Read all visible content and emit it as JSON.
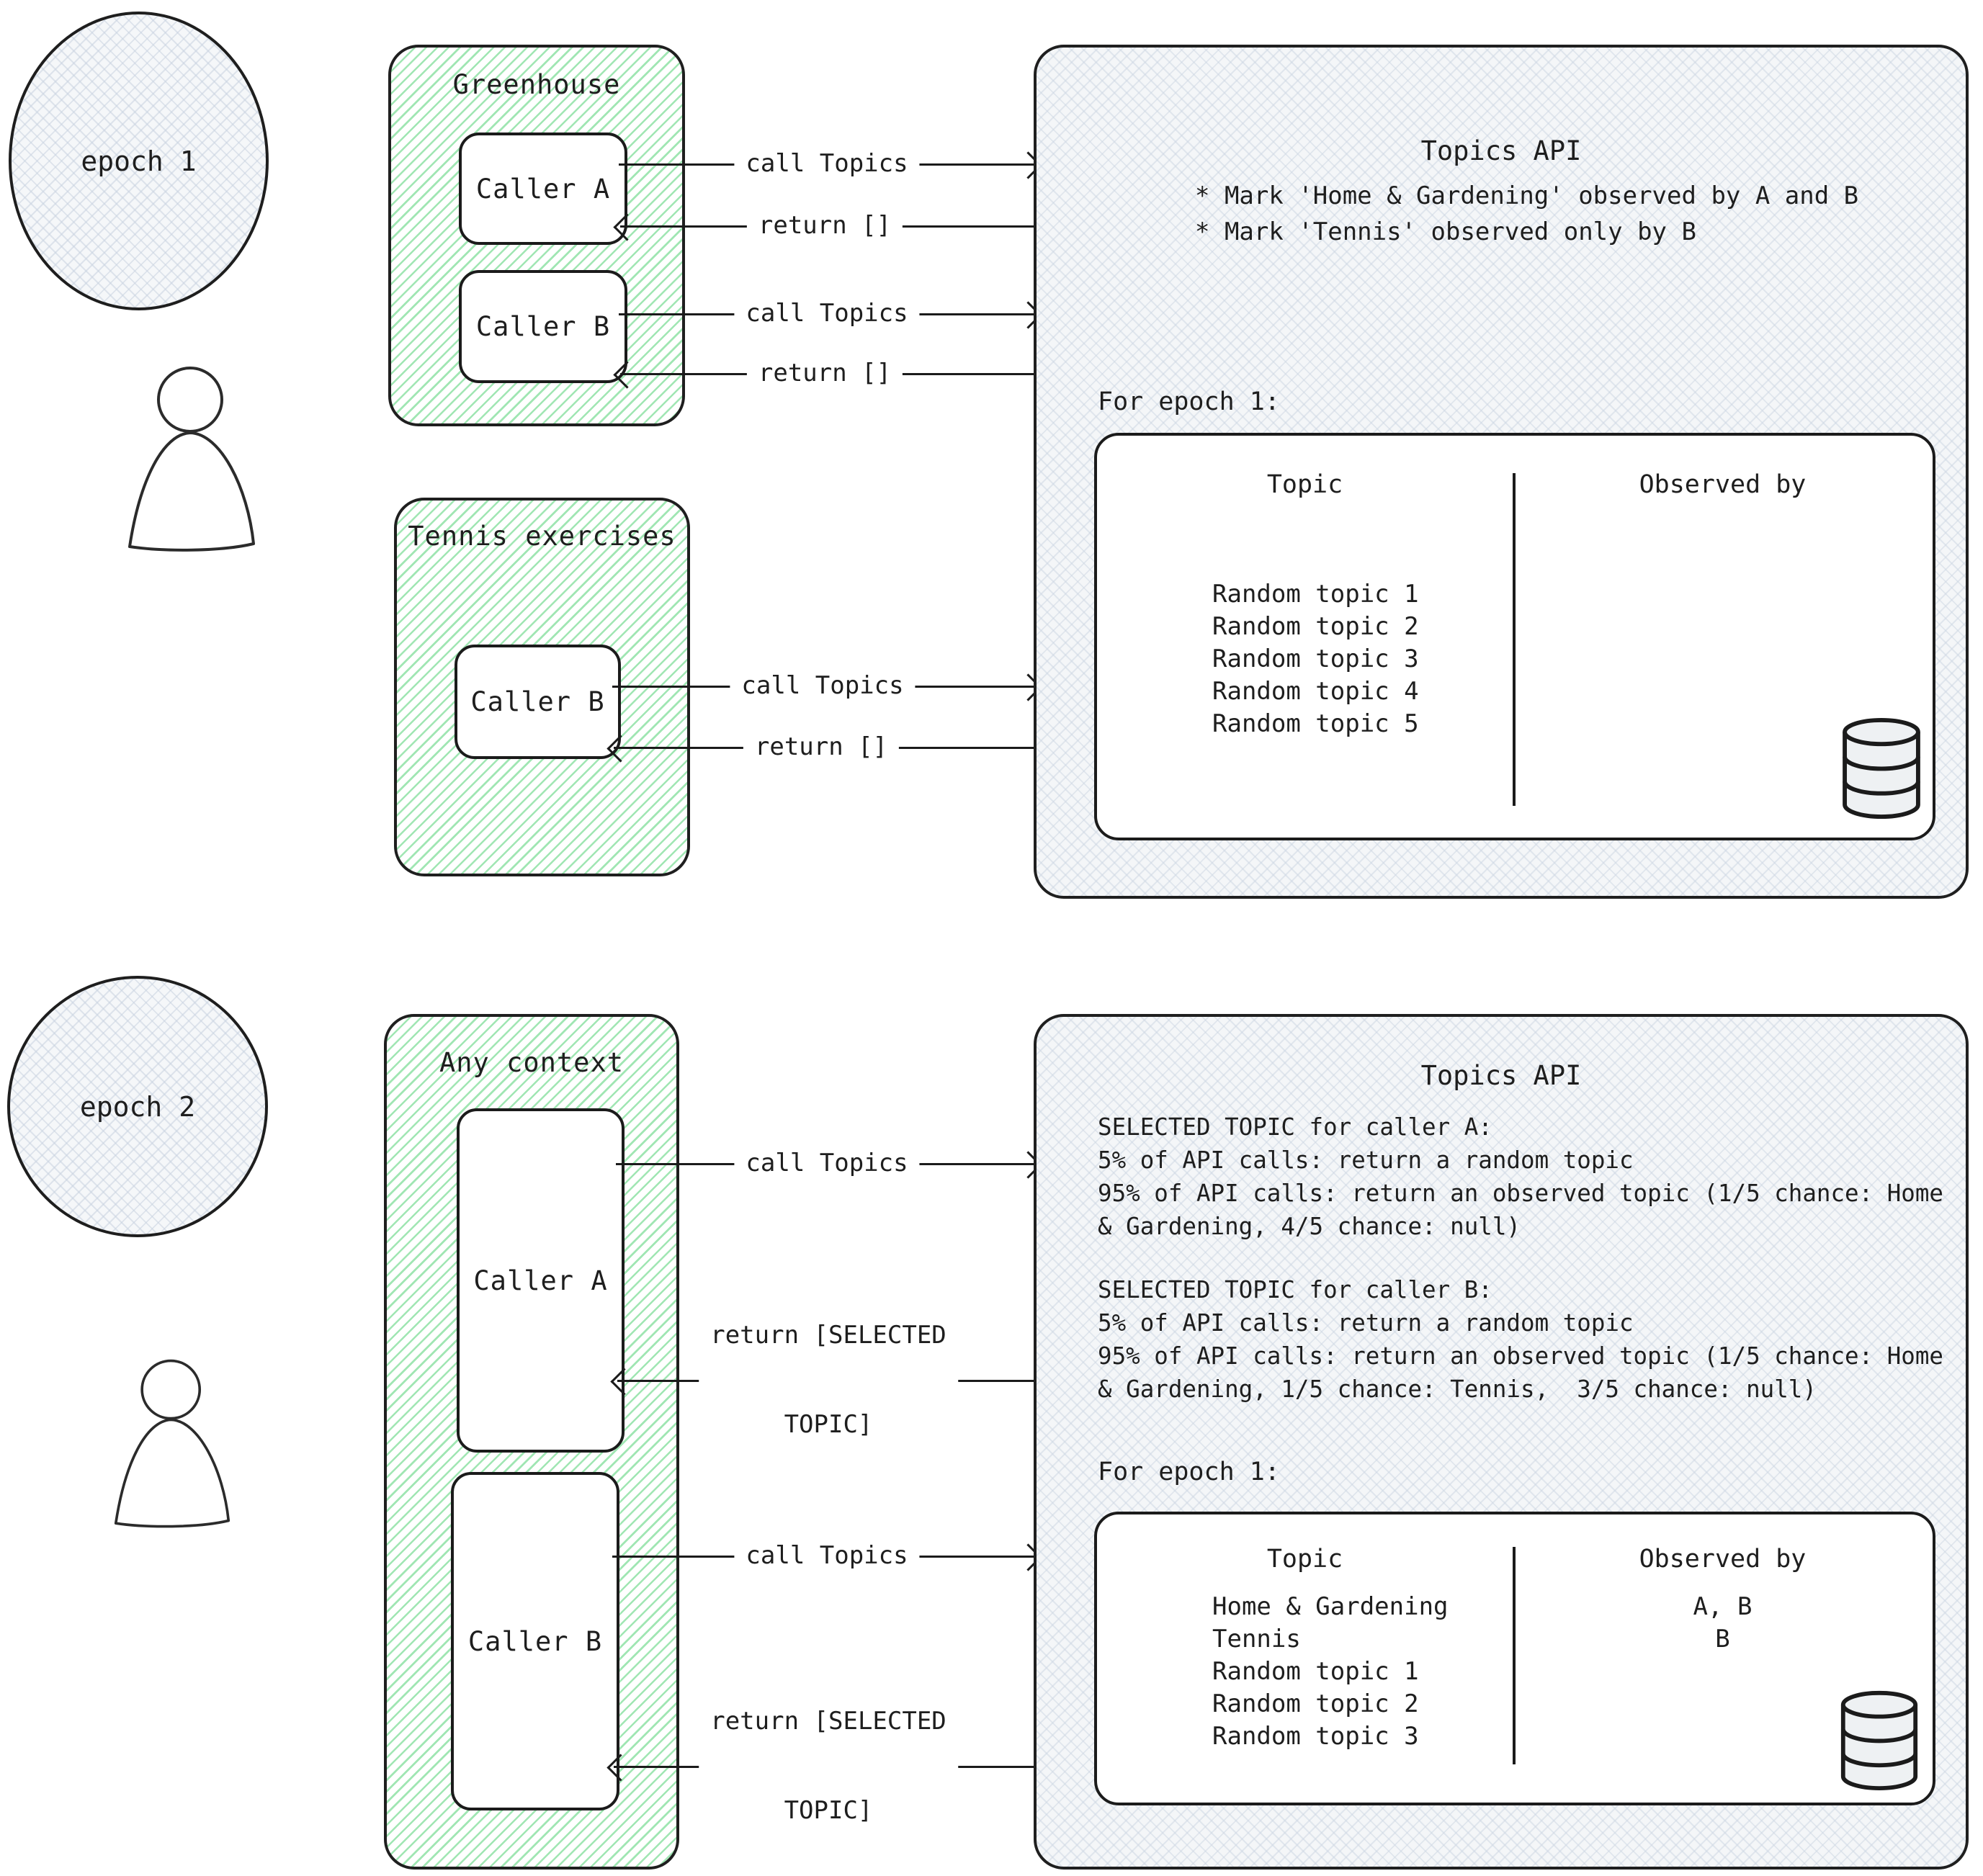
{
  "colors": {
    "ink": "#1e1e1e",
    "green_hatch": "#90e2a6",
    "gray_hatch": "#cdd6e2",
    "panel_fill": "#f4f6f8"
  },
  "epoch1": {
    "badge": "epoch 1",
    "greenhouse": {
      "title": "Greenhouse",
      "caller_a": "Caller A",
      "caller_b": "Caller B"
    },
    "tennis": {
      "title": "Tennis exercises",
      "caller_b": "Caller B"
    },
    "arrows": {
      "call_a": "call Topics",
      "return_a": "return []",
      "call_b": "call Topics",
      "return_b": "return []",
      "call_tennis": "call Topics",
      "return_tennis": "return []"
    },
    "api": {
      "title": "Topics API",
      "notes": [
        "* Mark 'Home & Gardening' observed by A and B",
        "* Mark 'Tennis' observed only by B"
      ],
      "epoch_label": "For epoch 1:",
      "table": {
        "col_topic": "Topic",
        "col_observed": "Observed by",
        "rows": [
          {
            "topic": "Random topic 1",
            "observed": ""
          },
          {
            "topic": "Random topic 2",
            "observed": ""
          },
          {
            "topic": "Random topic 3",
            "observed": ""
          },
          {
            "topic": "Random topic 4",
            "observed": ""
          },
          {
            "topic": "Random topic 5",
            "observed": ""
          }
        ]
      }
    }
  },
  "epoch2": {
    "badge": "epoch 2",
    "context": {
      "title": "Any context",
      "caller_a": "Caller A",
      "caller_b": "Caller B"
    },
    "arrows": {
      "call_a": "call Topics",
      "call_b": "call Topics",
      "return_selected": [
        "return [SELECTED",
        "TOPIC]"
      ]
    },
    "api": {
      "title": "Topics API",
      "selected_a": [
        "SELECTED TOPIC for caller A:",
        "5% of API calls: return a random topic",
        "95% of API calls: return an observed topic (1/5 chance: Home",
        "& Gardening, 4/5 chance: null)"
      ],
      "selected_b": [
        "SELECTED TOPIC for caller B:",
        "5% of API calls: return a random topic",
        "95% of API calls: return an observed topic (1/5 chance: Home",
        "& Gardening, 1/5 chance: Tennis,  3/5 chance: null)"
      ],
      "epoch_label": "For epoch 1:",
      "table": {
        "col_topic": "Topic",
        "col_observed": "Observed by",
        "rows": [
          {
            "topic": "Home & Gardening",
            "observed": "A, B"
          },
          {
            "topic": "Tennis",
            "observed": "B"
          },
          {
            "topic": "Random topic 1",
            "observed": ""
          },
          {
            "topic": "Random topic 2",
            "observed": ""
          },
          {
            "topic": "Random topic 3",
            "observed": ""
          }
        ]
      }
    }
  }
}
